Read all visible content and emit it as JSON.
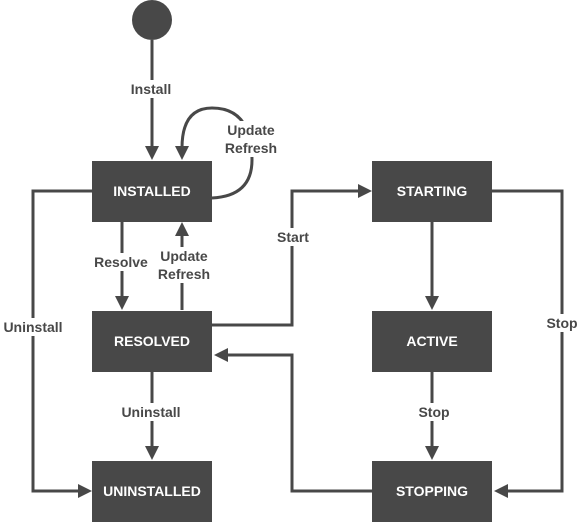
{
  "diagram": {
    "states": {
      "installed": "INSTALLED",
      "resolved": "RESOLVED",
      "uninstalled": "UNINSTALLED",
      "starting": "STARTING",
      "active": "ACTIVE",
      "stopping": "STOPPING"
    },
    "transitions": {
      "install": "Install",
      "update_refresh_loop": [
        "Update",
        "Refresh"
      ],
      "resolve": "Resolve",
      "update_refresh_back": [
        "Update",
        "Refresh"
      ],
      "uninstall_from_installed": "Uninstall",
      "uninstall_from_resolved": "Uninstall",
      "start": "Start",
      "stop_from_active": "Stop",
      "stop_from_starting": "Stop"
    }
  },
  "colors": {
    "node": "#484848",
    "node_text": "#ffffff",
    "edge": "#484848",
    "background": "#ffffff"
  }
}
